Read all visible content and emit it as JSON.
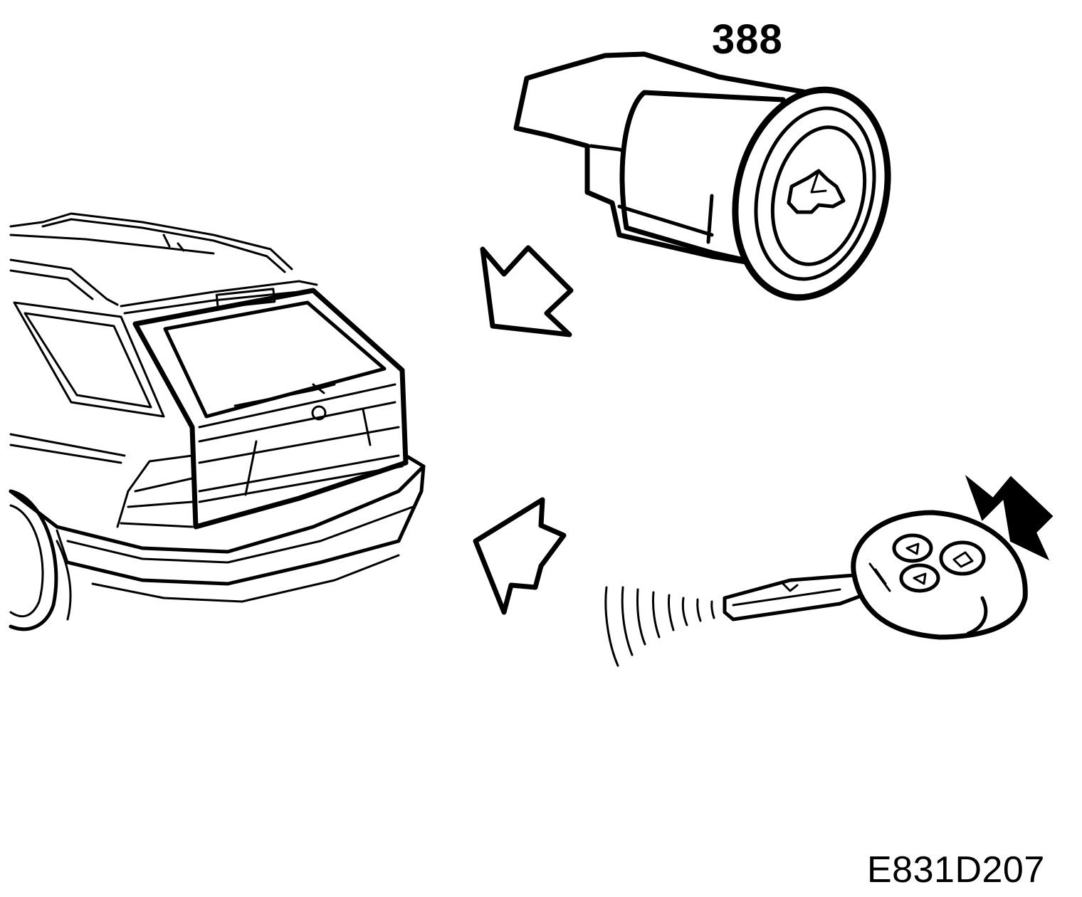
{
  "labels": {
    "part_number": "388",
    "figure_id": "E831D207"
  },
  "icons": {
    "car": "station-wagon-rear-view",
    "switch": "tailgate-release-switch",
    "key": "remote-key-fob",
    "arrows": "direction-arrow"
  },
  "colors": {
    "line": "#000000",
    "background": "#ffffff"
  }
}
